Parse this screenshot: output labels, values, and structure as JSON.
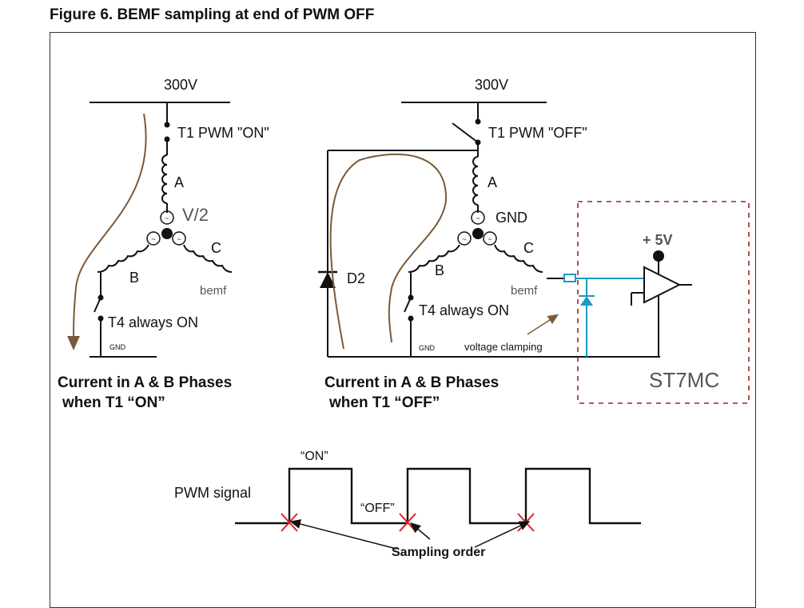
{
  "figure_title": "Figure 6. BEMF sampling at end of PWM OFF",
  "left_circuit": {
    "supply": "300V",
    "t1": "T1 PWM \"ON\"",
    "coil_a": "A",
    "coil_b": "B",
    "coil_c": "C",
    "neutral": "V/2",
    "bemf": "bemf",
    "t4": "T4 always ON",
    "gnd": "GND",
    "caption_line1": "Current in A & B Phases",
    "caption_line2": "when T1 “ON”"
  },
  "right_circuit": {
    "supply": "300V",
    "t1": "T1 PWM \"OFF\"",
    "coil_a": "A",
    "coil_b": "B",
    "coil_c": "C",
    "neutral": "GND",
    "bemf": "bemf",
    "diode": "D2",
    "t4": "T4 always ON",
    "gnd": "GND",
    "clamp_note": "voltage clamping",
    "caption_line1": "Current in A & B Phases",
    "caption_line2": "when T1 “OFF”"
  },
  "mcu": {
    "name": "ST7MC",
    "supply": "+ 5V"
  },
  "pwm": {
    "signal_label": "PWM signal",
    "on_label": "“ON”",
    "off_label": "“OFF”",
    "sampling_label": "Sampling order"
  },
  "colors": {
    "wire": "#111111",
    "current_path": "#7a5a3a",
    "clamp_circuit": "#1a9bc4",
    "mcu_border": "#a02020",
    "sample_marker": "#e02020",
    "label_gray": "#555555"
  }
}
